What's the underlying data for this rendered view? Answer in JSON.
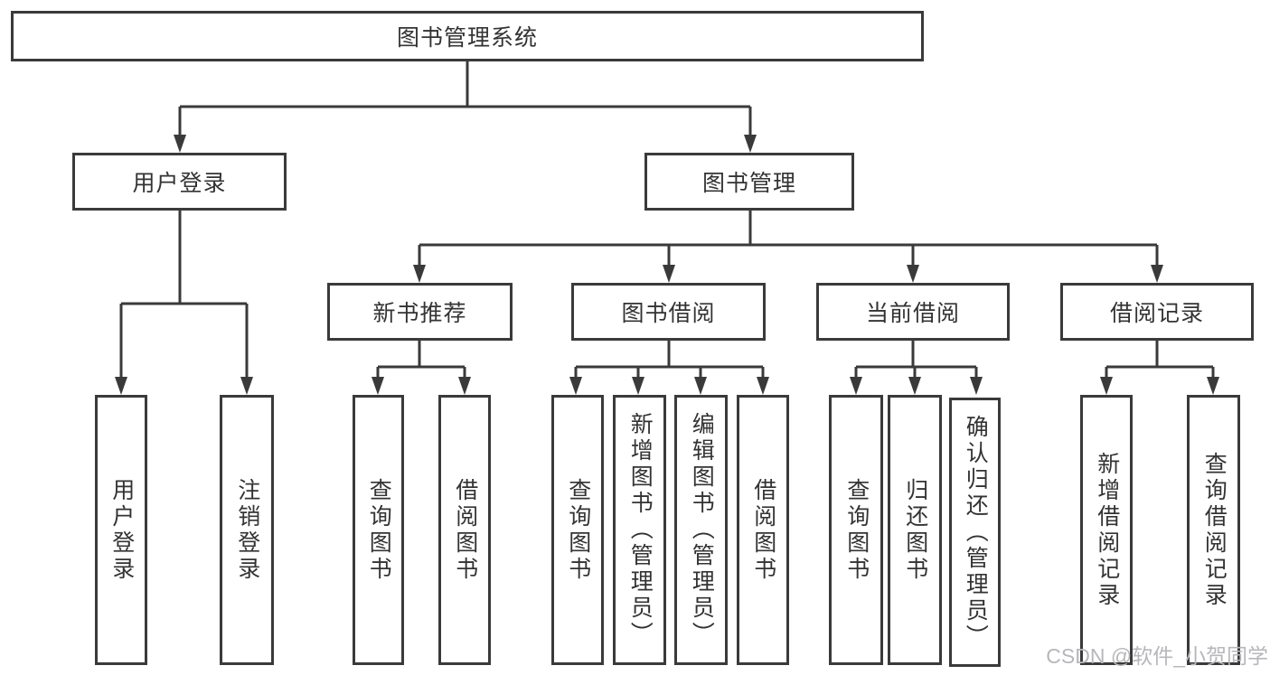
{
  "title": "图书管理系统",
  "watermark": "CSDN @软件_小贺同学",
  "colors": {
    "line": "#3a3a3a",
    "text": "#333333",
    "box_background": "#ffffff",
    "watermark_text": "#b7b7bb"
  },
  "nodes": {
    "root": {
      "label": "图书管理系统"
    },
    "user_login": {
      "label": "用户登录"
    },
    "book_mgmt": {
      "label": "图书管理"
    },
    "new_book_rec": {
      "label": "新书推荐"
    },
    "book_borrow": {
      "label": "图书借阅"
    },
    "current_borrow": {
      "label": "当前借阅"
    },
    "borrow_record": {
      "label": "借阅记录"
    },
    "ul_user_login": {
      "label": "用户登录"
    },
    "ul_logout": {
      "label": "注销登录"
    },
    "nbr_query_book": {
      "label": "查询图书"
    },
    "nbr_borrow_book": {
      "label": "借阅图书"
    },
    "bb_query_book": {
      "label": "查询图书"
    },
    "bb_add_book": {
      "label": "新增图书（管理员）"
    },
    "bb_edit_book": {
      "label": "编辑图书（管理员）"
    },
    "bb_borrow_book": {
      "label": "借阅图书"
    },
    "cb_query_book": {
      "label": "查询图书"
    },
    "cb_return_book": {
      "label": "归还图书"
    },
    "cb_confirm_return": {
      "label": "确认归还（管理员）"
    },
    "br_add_record": {
      "label": "新增借阅记录"
    },
    "br_query_record": {
      "label": "查询借阅记录"
    }
  },
  "structure": {
    "root_children": [
      "用户登录",
      "图书管理"
    ],
    "user_login_children": [
      "用户登录",
      "注销登录"
    ],
    "book_mgmt_children": [
      "新书推荐",
      "图书借阅",
      "当前借阅",
      "借阅记录"
    ],
    "new_book_rec_children": [
      "查询图书",
      "借阅图书"
    ],
    "book_borrow_children": [
      "查询图书",
      "新增图书（管理员）",
      "编辑图书（管理员）",
      "借阅图书"
    ],
    "current_borrow_children": [
      "查询图书",
      "归还图书",
      "确认归还（管理员）"
    ],
    "borrow_record_children": [
      "新增借阅记录",
      "查询借阅记录"
    ]
  }
}
